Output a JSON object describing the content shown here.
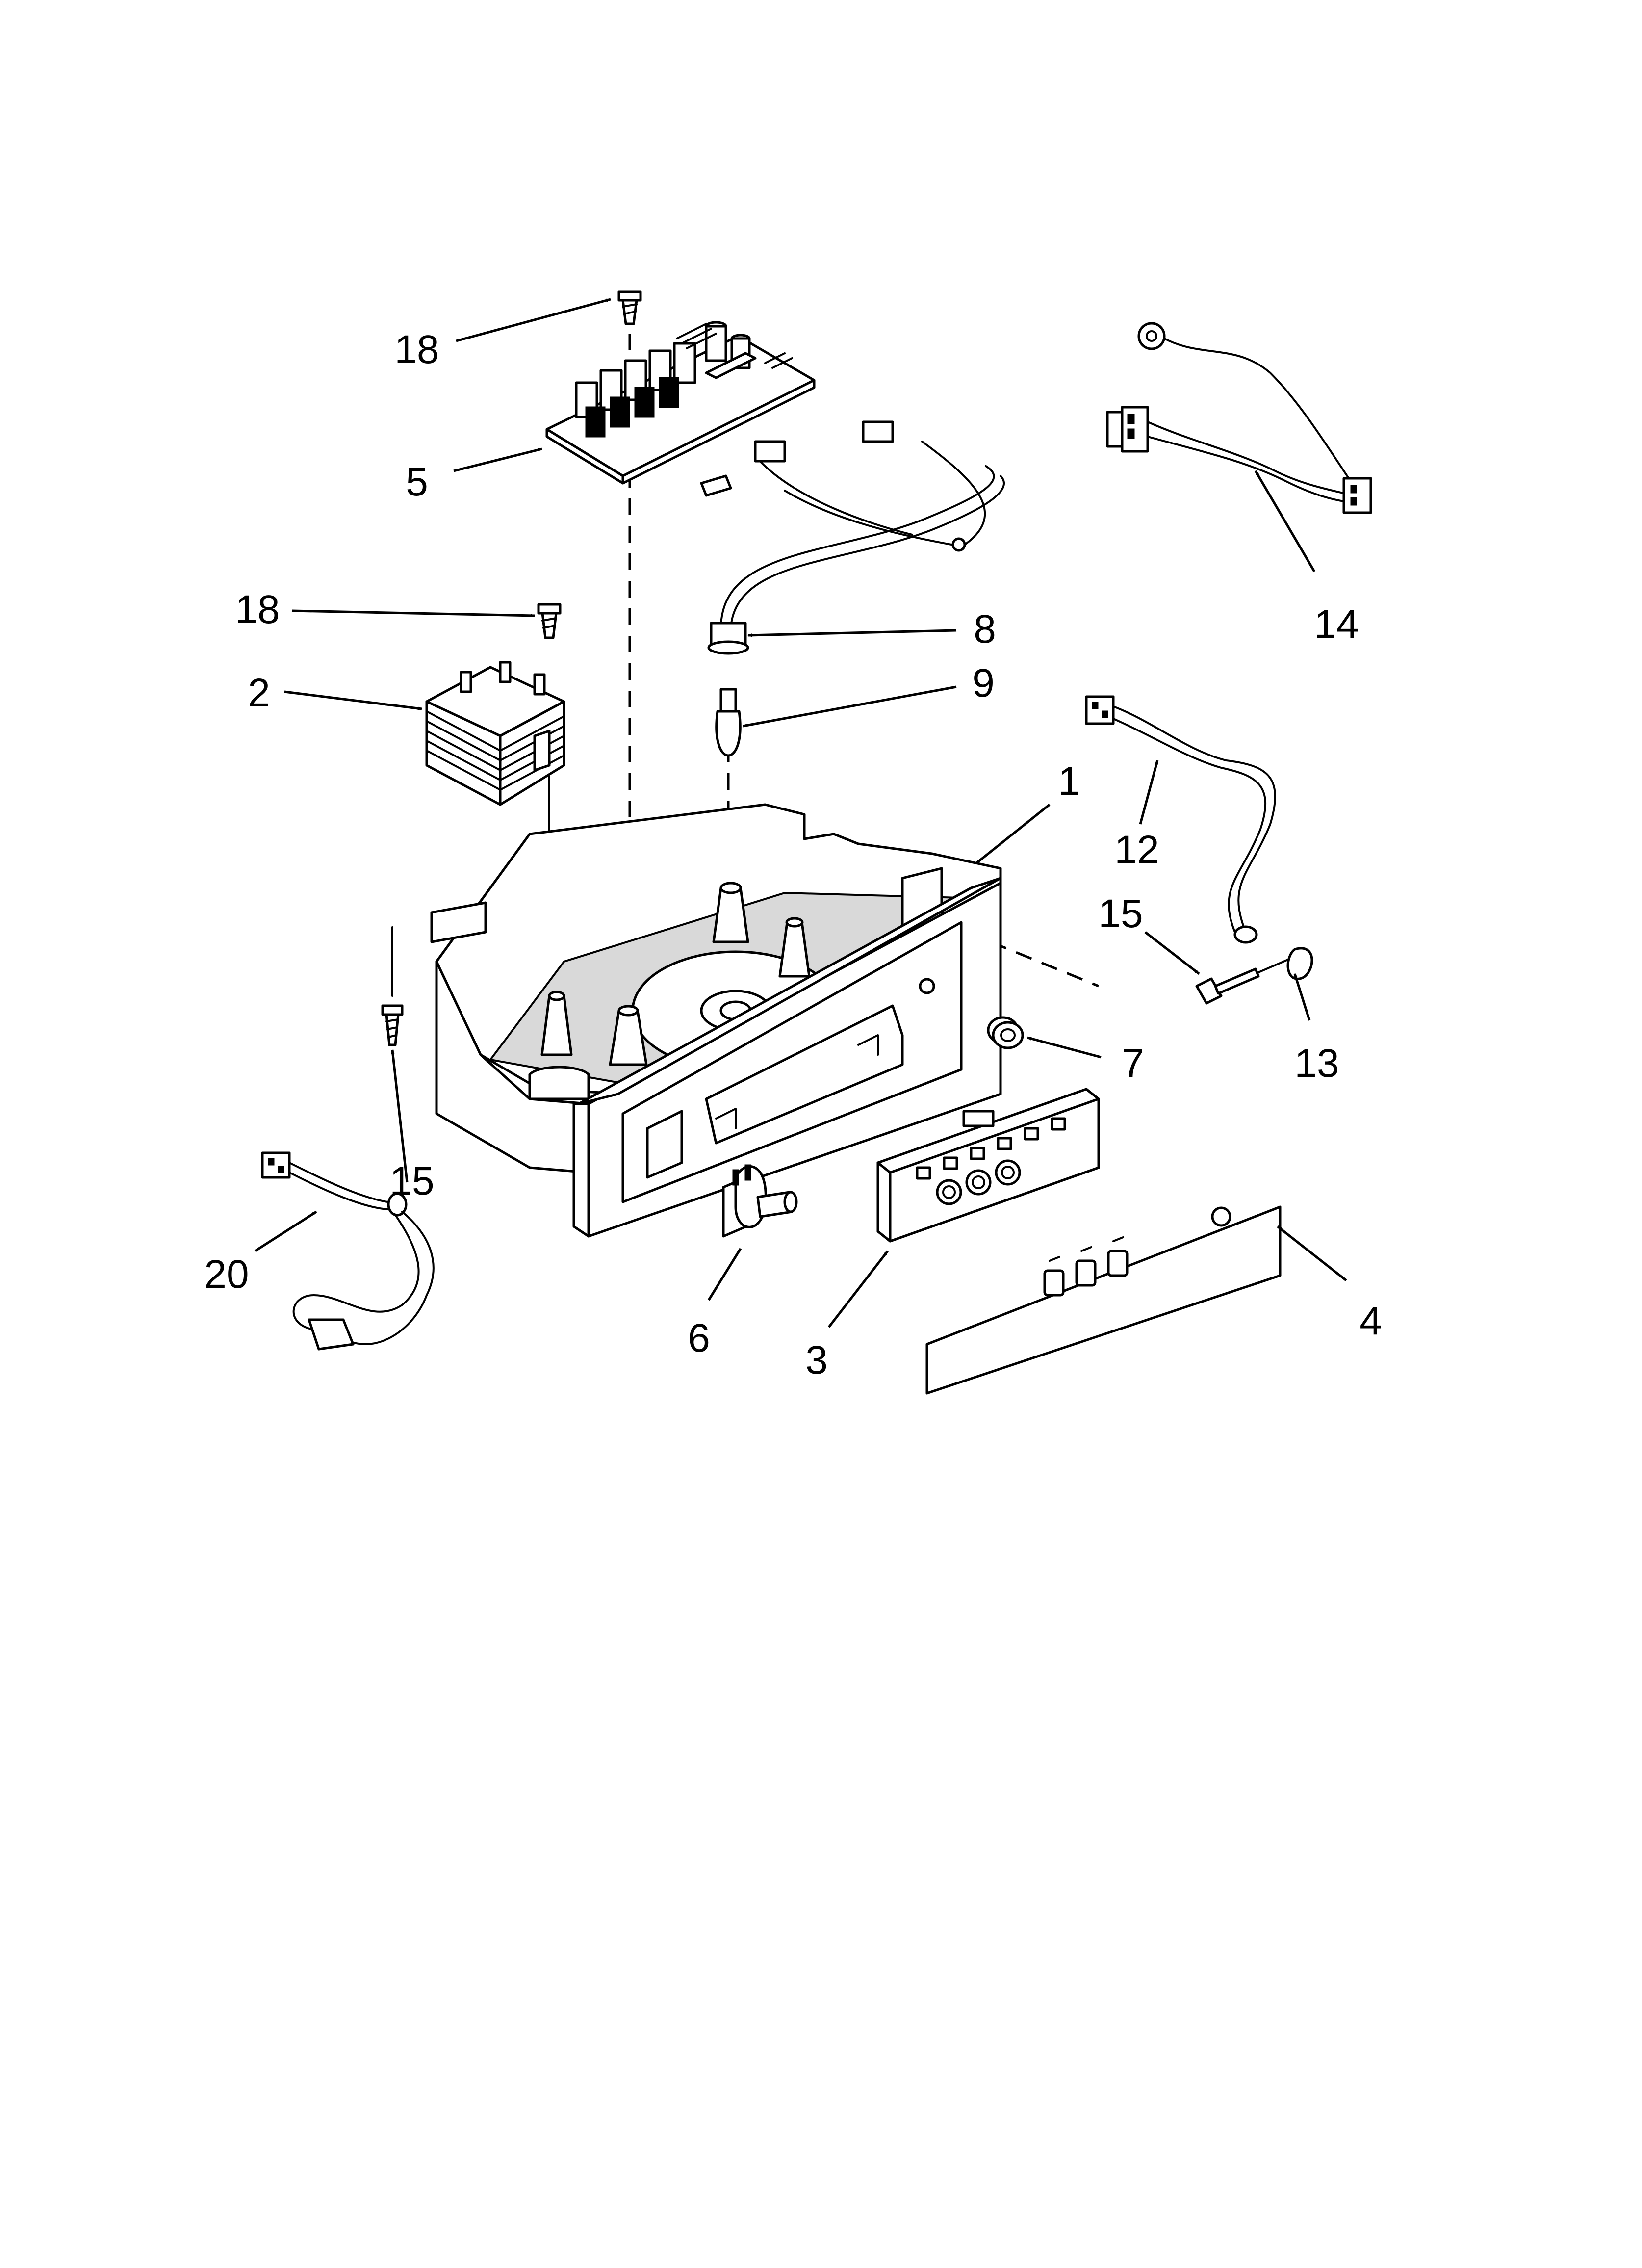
{
  "diagram": {
    "type": "exploded-parts-view",
    "callouts": [
      {
        "id": "c18a",
        "label": "18"
      },
      {
        "id": "c5",
        "label": "5"
      },
      {
        "id": "c18b",
        "label": "18"
      },
      {
        "id": "c2",
        "label": "2"
      },
      {
        "id": "c8",
        "label": "8"
      },
      {
        "id": "c9",
        "label": "9"
      },
      {
        "id": "c14",
        "label": "14"
      },
      {
        "id": "c1",
        "label": "1"
      },
      {
        "id": "c12",
        "label": "12"
      },
      {
        "id": "c15a",
        "label": "15"
      },
      {
        "id": "c13",
        "label": "13"
      },
      {
        "id": "c7",
        "label": "7"
      },
      {
        "id": "c15b",
        "label": "15"
      },
      {
        "id": "c20",
        "label": "20"
      },
      {
        "id": "c6",
        "label": "6"
      },
      {
        "id": "c3",
        "label": "3"
      },
      {
        "id": "c4",
        "label": "4"
      }
    ]
  }
}
